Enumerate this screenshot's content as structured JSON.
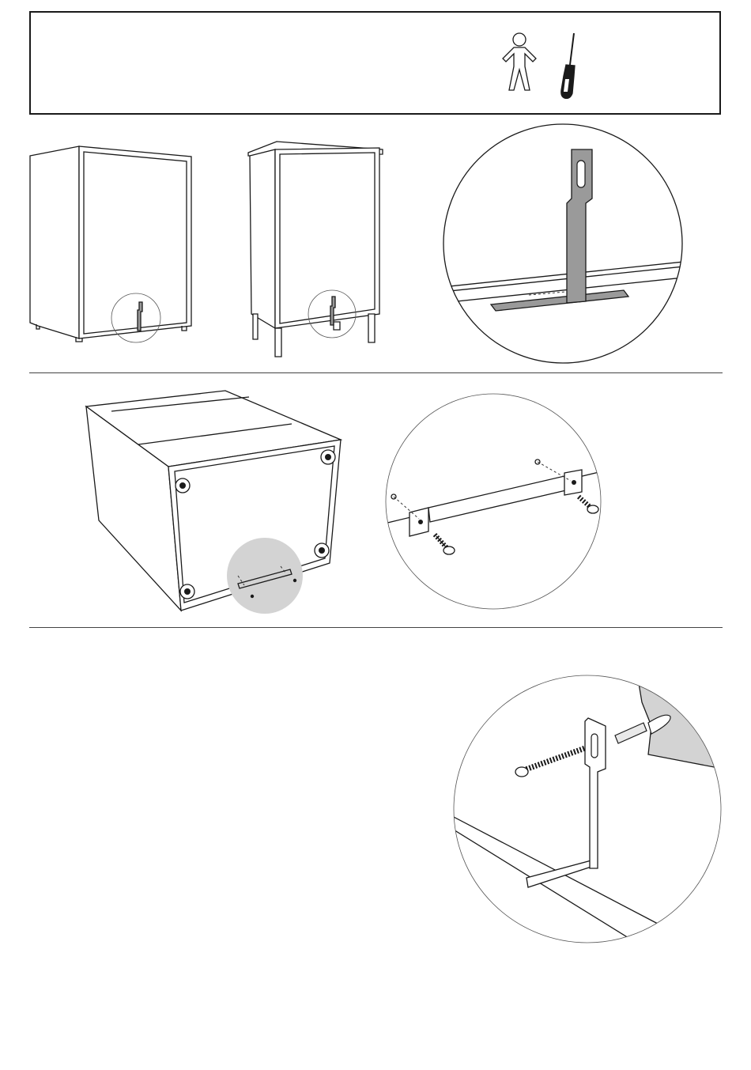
{
  "page": {
    "background": "#ffffff",
    "line_color": "#1a1a1a",
    "metal_color": "#9a9a9a",
    "wall_color": "#d3d3d3"
  },
  "header": {
    "icons": [
      "one-person-icon",
      "screwdriver-icon"
    ]
  },
  "steps": [
    {
      "panel": "step-1",
      "illustrations": [
        "cabinet-with-plinth",
        "cabinet-with-legs",
        "bracket-detail-zoom"
      ]
    },
    {
      "panel": "step-2",
      "illustrations": [
        "cabinet-top-view",
        "bracket-screw-detail-zoom"
      ]
    },
    {
      "panel": "step-3",
      "illustrations": [
        "wall-anchor-detail-zoom"
      ]
    }
  ]
}
